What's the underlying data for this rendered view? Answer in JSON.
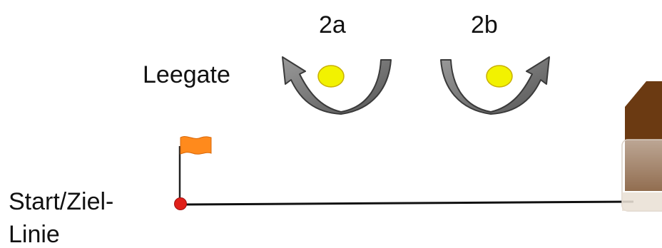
{
  "labels": {
    "gate_a": "2a",
    "gate_b": "2b",
    "leegate": "Leegate",
    "start_line_1": "Start/Ziel-",
    "start_line_2": "Linie"
  },
  "colors": {
    "buoy": "#f2f200",
    "arrow": "#6e6e6e",
    "flag": "#ff8a1c",
    "start_buoy": "#e0201a",
    "line": "#111111",
    "boat": "#6b3a12"
  },
  "icons": {
    "left_rounding": "counterclockwise-arrow-icon",
    "right_rounding": "clockwise-arrow-icon",
    "buoy": "buoy-icon",
    "flag": "flag-icon",
    "committee_boat": "committee-boat-icon"
  }
}
